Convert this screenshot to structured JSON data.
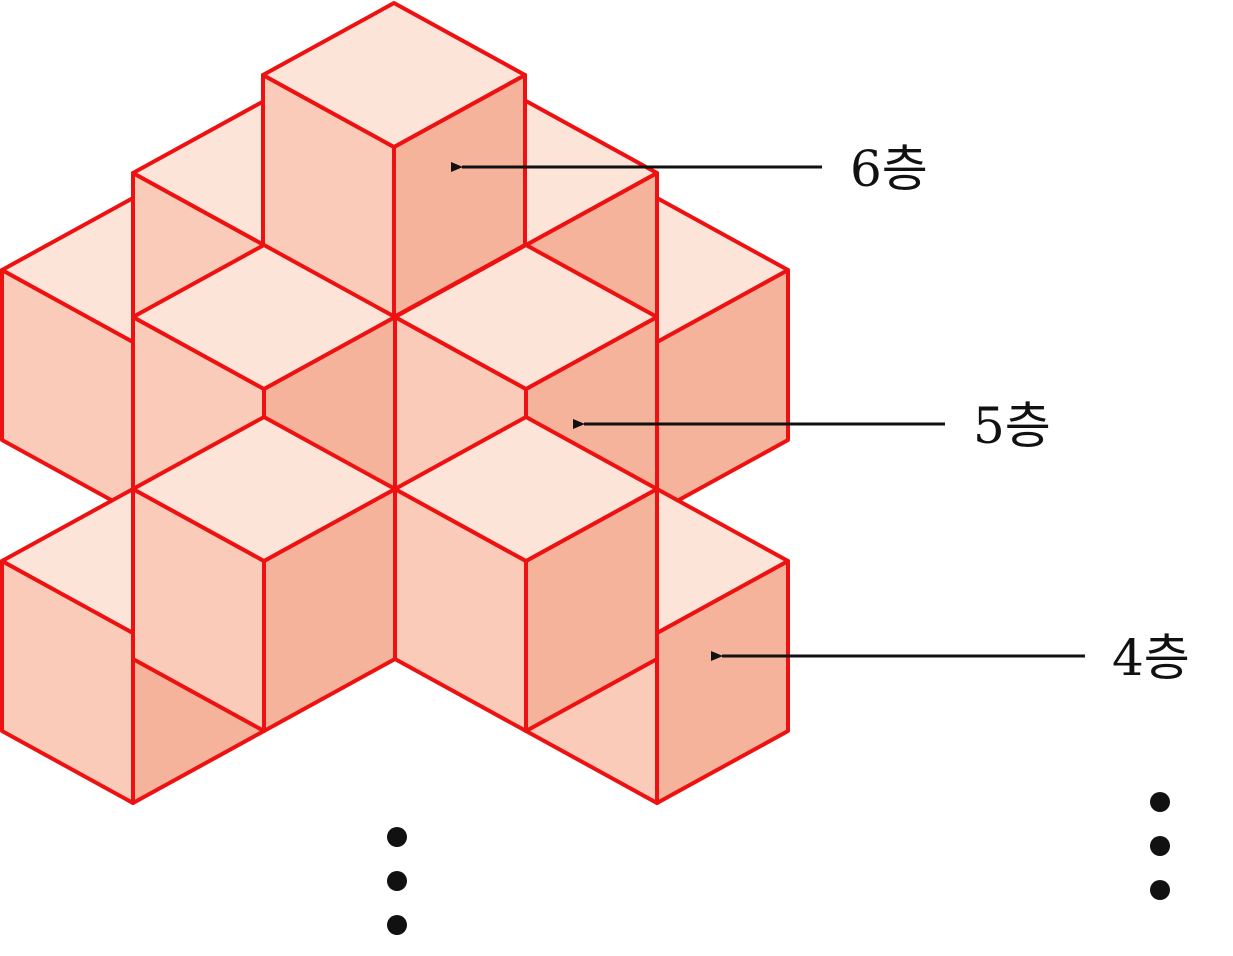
{
  "figure": {
    "labels": {
      "layer6": "6층",
      "layer5": "5층",
      "layer4": "4층"
    },
    "colors": {
      "edge": "#ee1111",
      "top_face": "#fde4d9",
      "left_face": "#f9cbb8",
      "right_face": "#f5b39b",
      "arrow": "#111111"
    },
    "cube_layers": [
      {
        "name": "6층",
        "cubes": 1
      },
      {
        "name": "5층",
        "cubes": 4
      },
      {
        "name": "4층",
        "cubes": 9
      }
    ],
    "continuation_marks": "⋮"
  }
}
